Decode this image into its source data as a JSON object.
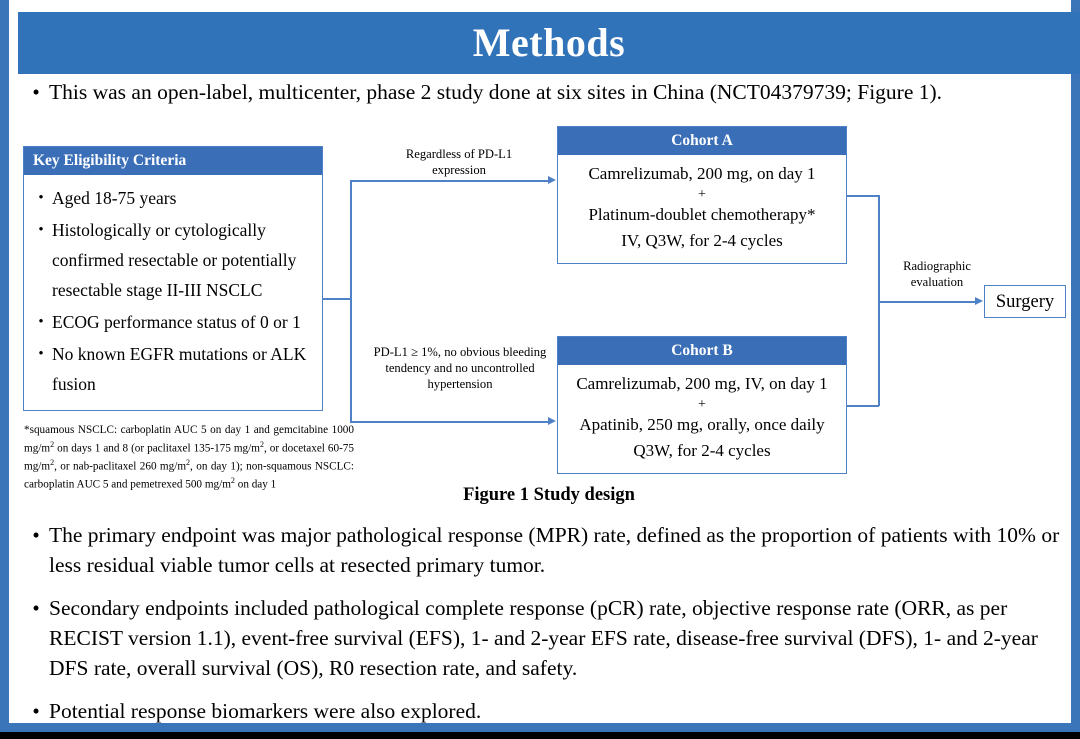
{
  "slide": {
    "title": "Methods",
    "accent_color": "#3173b8",
    "border_color": "#3a75ba",
    "box_border_color": "#4f81c7",
    "box_header_color": "#3a6fb8"
  },
  "intro_bullet": {
    "marker": "•",
    "text": "This was an open-label, multicenter, phase 2 study done at six sites in China (NCT04379739; Figure 1)."
  },
  "figure": {
    "caption": "Figure 1 Study design",
    "eligibility": {
      "header": "Key  Eligibility Criteria",
      "marker": "•",
      "items": [
        "Aged 18-75 years",
        "Histologically or cytologically confirmed resectable or potentially resectable stage II-III  NSCLC",
        "ECOG performance status of 0 or 1",
        "No known EGFR mutations or ALK fusion"
      ]
    },
    "footnote": "*squamous NSCLC: carboplatin AUC 5 on day 1 and gemcitabine 1000 mg/m2 on days 1 and 8 (or paclitaxel 135-175 mg/m2, or docetaxel 60-75 mg/m2, or nab-paclitaxel 260 mg/m2, on day 1); non-squamous NSCLC: carboplatin AUC 5 and pemetrexed 500 mg/m2 on day 1",
    "cohort_a": {
      "header": "Cohort A",
      "line1": "Camrelizumab, 200 mg, on day 1",
      "plus": "+",
      "line2": "Platinum-doublet chemotherapy*",
      "line3": "IV, Q3W, for 2-4 cycles"
    },
    "cohort_b": {
      "header": "Cohort B",
      "line1": "Camrelizumab, 200 mg, IV, on day 1",
      "plus": "+",
      "line2": "Apatinib, 250 mg, orally, once daily",
      "line3": "Q3W, for 2-4 cycles"
    },
    "annotations": {
      "top": "Regardless  of PD-L1 expression",
      "bottom": "PD-L1 ≥ 1%, no obvious bleeding tendency  and no uncontrolled  hypertension",
      "radiographic": "Radiographic evaluation"
    },
    "surgery": {
      "label": "Surgery"
    }
  },
  "bottom_bullets": [
    {
      "marker": "•",
      "text": "The primary endpoint was major pathological response (MPR) rate, defined as the proportion of patients with 10% or less residual viable tumor cells at resected primary tumor."
    },
    {
      "marker": "•",
      "text": "Secondary endpoints included pathological complete response (pCR) rate, objective response rate (ORR, as per RECIST version 1.1), event-free survival (EFS), 1- and 2-year EFS rate, disease-free survival (DFS), 1- and 2-year DFS rate, overall survival (OS), R0 resection rate, and safety."
    },
    {
      "marker": "•",
      "text": "Potential response biomarkers were also explored."
    }
  ]
}
